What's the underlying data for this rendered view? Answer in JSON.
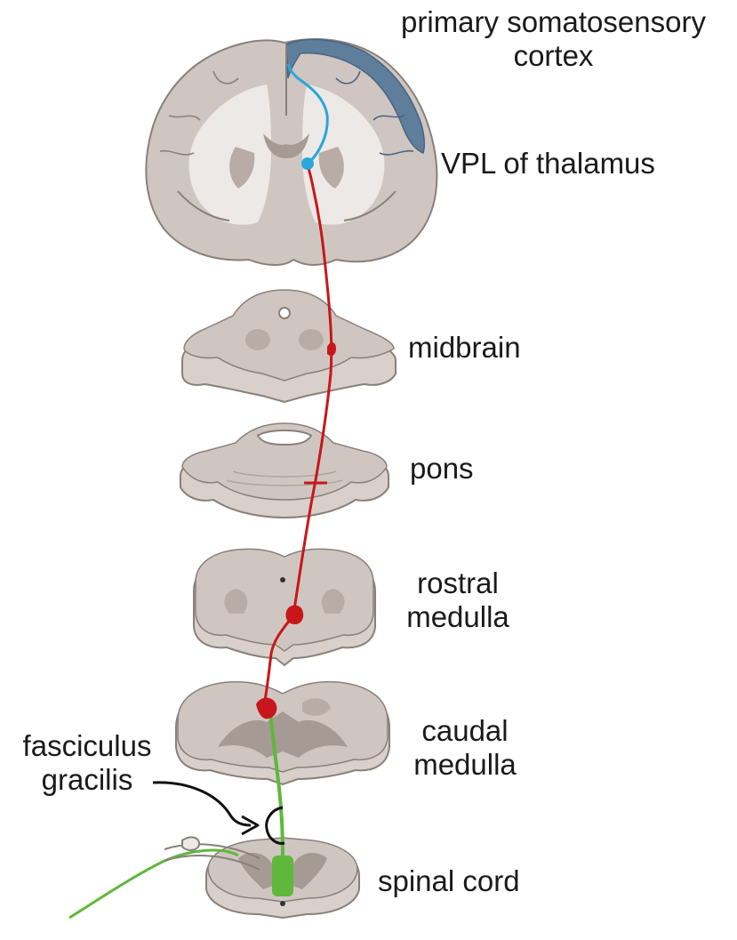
{
  "labels": {
    "cortex_line1": "primary somatosensory",
    "cortex_line2": "cortex",
    "thalamus": "VPL of thalamus",
    "midbrain": "midbrain",
    "pons": "pons",
    "rostral_medulla_line1": "rostral",
    "rostral_medulla_line2": "medulla",
    "caudal_medulla_line1": "caudal",
    "caudal_medulla_line2": "medulla",
    "fasciculus_line1": "fasciculus",
    "fasciculus_line2": "gracilis",
    "spinal_cord": "spinal cord"
  },
  "colors": {
    "tissue": "#cfc6c1",
    "tissue_dark": "#a59a94",
    "white_matter": "#ede9e6",
    "outline": "#8a807a",
    "cortex_highlight": "#5f7e9b",
    "third_order_neuron": "#2aa6dc",
    "second_order_neuron": "#c8161b",
    "first_order_neuron": "#5fb83b",
    "pointer": "#111111"
  }
}
